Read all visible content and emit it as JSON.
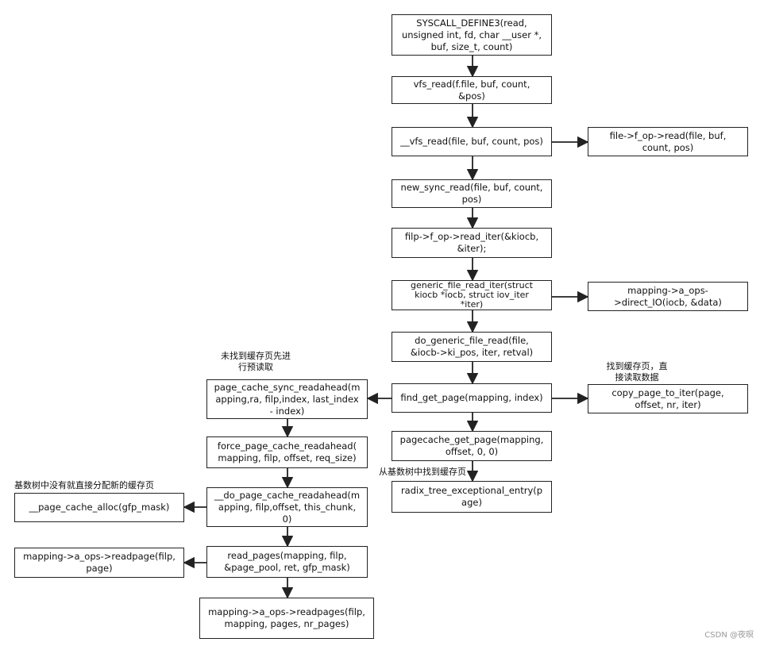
{
  "nodes": {
    "syscall": "SYSCALL_DEFINE3(read,\nunsigned int, fd, char __user *,\nbuf, size_t, count)",
    "vfs_read": "vfs_read(f.file, buf, count,\n&pos)",
    "__vfs_read": "__vfs_read(file, buf, count, pos)",
    "fop_read": "file->f_op->read(file, buf,\ncount, pos)",
    "new_sync_read": "new_sync_read(file, buf, count,\npos)",
    "read_iter": "filp->f_op->read_iter(&kiocb,\n&iter);",
    "generic_file_read_iter": "generic_file_read_iter(struct\nkiocb *iocb, struct iov_iter\n*iter)",
    "direct_io": "mapping->a_ops-\n>direct_IO(iocb, &data)",
    "do_generic_file_read": "do_generic_file_read(file,\n&iocb->ki_pos, iter, retval)",
    "find_get_page": "find_get_page(mapping, index)",
    "copy_page_to_iter": "copy_page_to_iter(page,\noffset, nr, iter)",
    "pagecache_get_page": "pagecache_get_page(mapping,\noffset, 0, 0)",
    "radix_tree": "radix_tree_exceptional_entry(p\nage)",
    "sync_readahead": "page_cache_sync_readahead(m\napping,ra, filp,index, last_index\n- index)",
    "force_readahead": "force_page_cache_readahead(\nmapping, filp, offset, req_size)",
    "do_readahead": "__do_page_cache_readahead(m\napping, filp,offset, this_chunk,\n0)",
    "page_cache_alloc": "__page_cache_alloc(gfp_mask)",
    "read_pages": "read_pages(mapping, filp,\n&page_pool, ret, gfp_mask)",
    "readpage": "mapping->a_ops->readpage(filp,\npage)",
    "readpages": "mapping->a_ops->readpages(filp,\nmapping, pages, nr_pages)"
  },
  "notes": {
    "readahead_note": "未找到缓存页先进\n行预读取",
    "direct_read_note": "找到缓存页，直\n接读取数据",
    "radix_note": "从基数树中找到缓存页",
    "alloc_note": "基数树中没有就直接分配新的缓存页"
  },
  "watermark": "CSDN @夜暝"
}
